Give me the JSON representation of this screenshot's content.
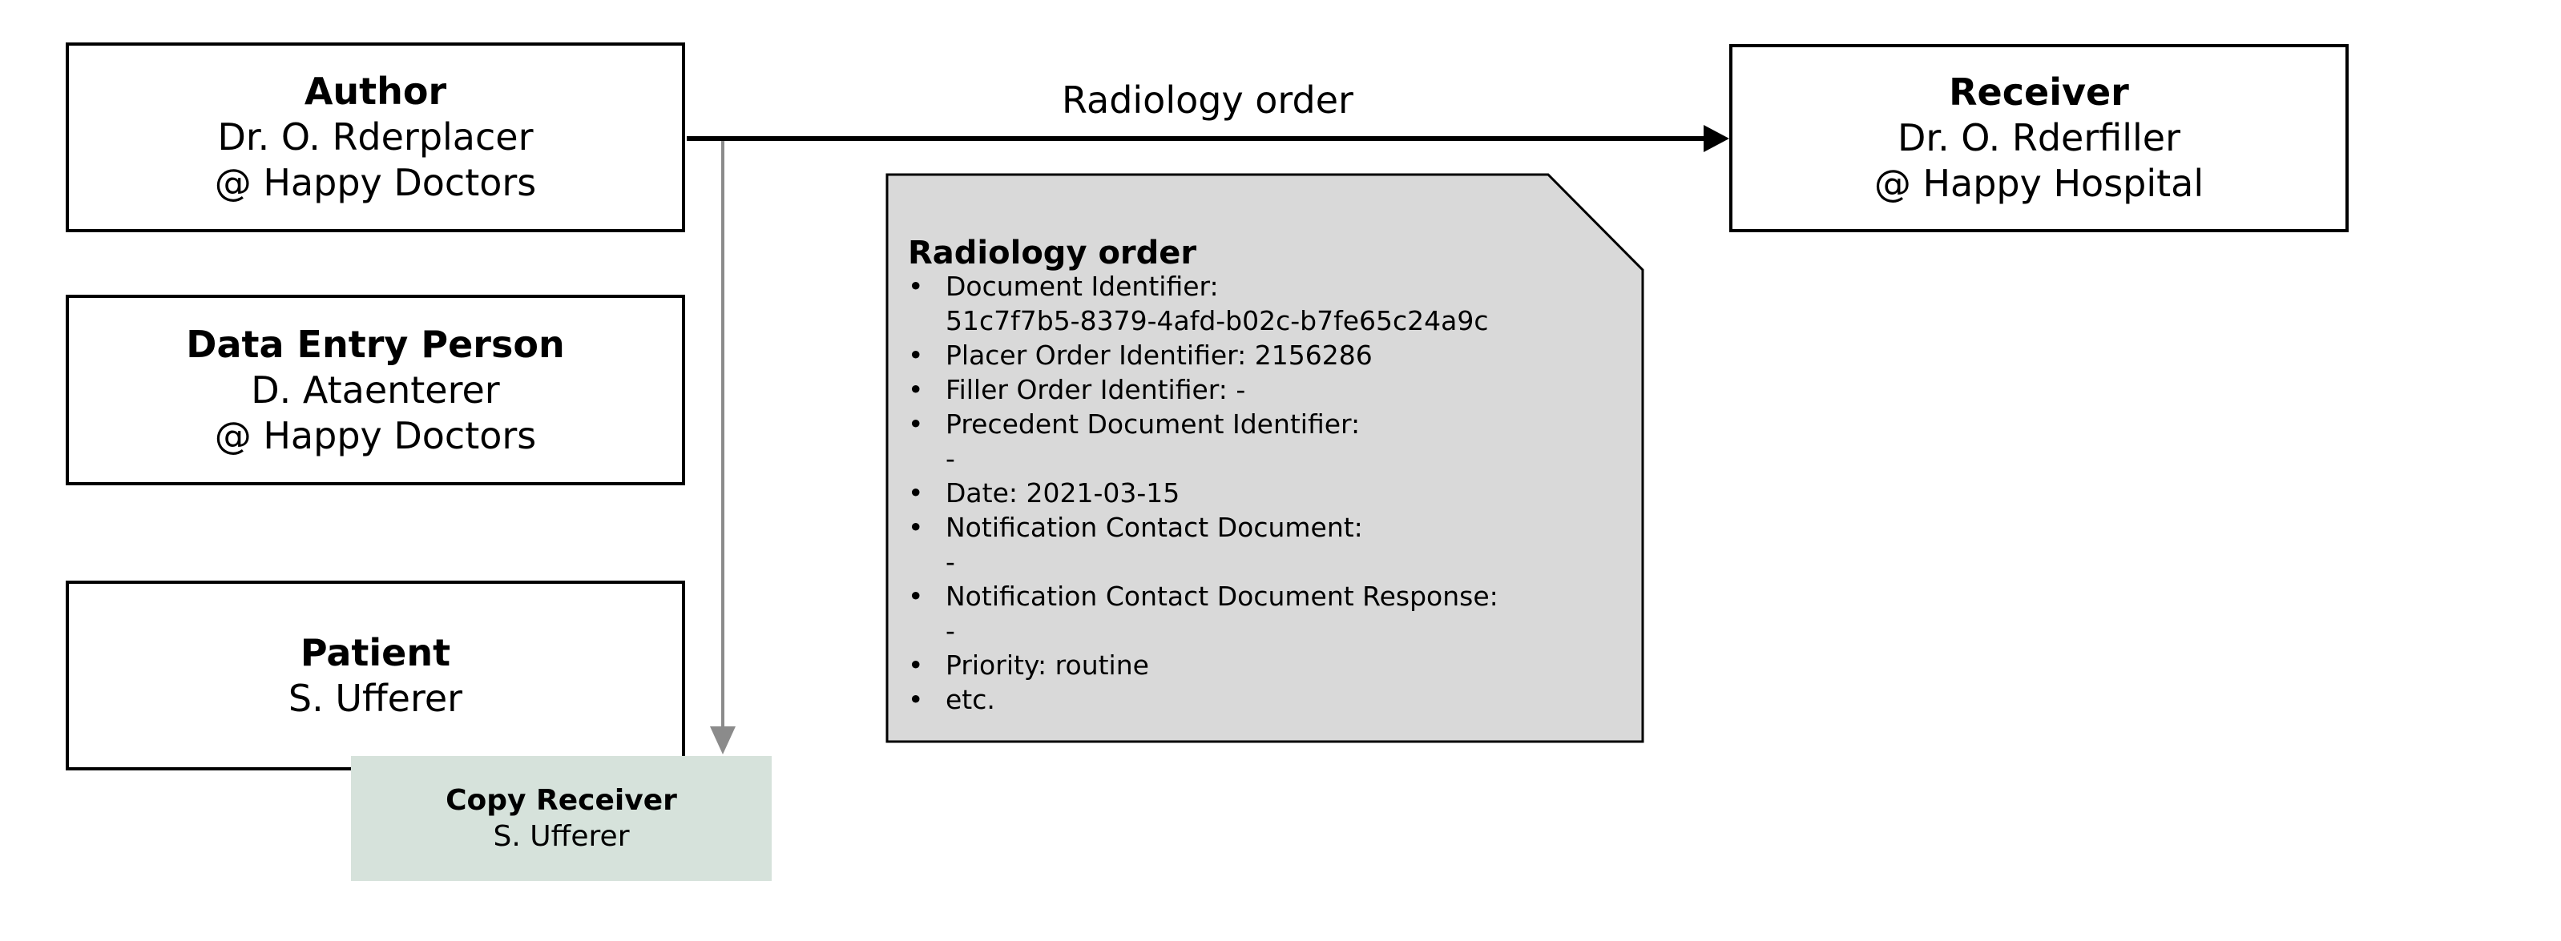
{
  "colors": {
    "background": "#ffffff",
    "line_black": "#000000",
    "arrow_black": "#000000",
    "arrow_gray": "#8b8b8b",
    "note_fill": "#d9d9d9",
    "copy_receiver_fill": "#d6e2db"
  },
  "boxes": {
    "author": {
      "title": "Author",
      "lines": [
        "Dr. O. Rderplacer",
        "@ Happy Doctors"
      ]
    },
    "data_entry_person": {
      "title": "Data Entry Person",
      "lines": [
        "D. Ataenterer",
        "@ Happy Doctors"
      ]
    },
    "patient": {
      "title": "Patient",
      "lines": [
        "S. Ufferer"
      ]
    },
    "receiver": {
      "title": "Receiver",
      "lines": [
        "Dr. O. Rderfiller",
        "@ Happy Hospital"
      ]
    },
    "copy_receiver": {
      "title": "Copy Receiver",
      "lines": [
        "S. Ufferer"
      ]
    }
  },
  "flow_arrow": {
    "label": "Radiology order"
  },
  "note": {
    "title": "Radiology order",
    "bullet_char": "•",
    "lines": [
      {
        "bullet": true,
        "text": "Document Identifier:"
      },
      {
        "bullet": false,
        "text": "51c7f7b5-8379-4afd-b02c-b7fe65c24a9c"
      },
      {
        "bullet": true,
        "text": "Placer Order Identifier: 2156286"
      },
      {
        "bullet": true,
        "text": "Filler Order Identifier: -"
      },
      {
        "bullet": true,
        "text": "Precedent Document Identifier:"
      },
      {
        "bullet": false,
        "text": "-"
      },
      {
        "bullet": true,
        "text": "Date: 2021-03-15"
      },
      {
        "bullet": true,
        "text": "Notification Contact Document:"
      },
      {
        "bullet": false,
        "text": "-"
      },
      {
        "bullet": true,
        "text": "Notification Contact Document Response:"
      },
      {
        "bullet": false,
        "text": "-"
      },
      {
        "bullet": true,
        "text": "Priority: routine"
      },
      {
        "bullet": true,
        "text": "etc."
      }
    ]
  }
}
